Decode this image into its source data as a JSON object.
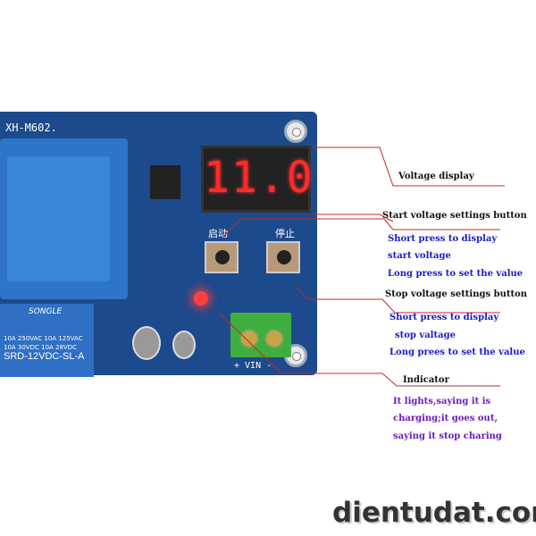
{
  "board": {
    "model": "XH-M602.",
    "display_value": "11.0",
    "start_label": "启动",
    "stop_label": "停止",
    "vin_label": "+ VIN -",
    "relay_brand": "SONGLE",
    "relay_ratings": [
      "10A 250VAC 10A 125VAC",
      "10A 30VDC 10A 28VDC"
    ],
    "relay_model": "SRD-12VDC-SL-A"
  },
  "annotations": {
    "voltage_display": "Voltage display",
    "start_button": {
      "title": "Start voltage settings button",
      "lines": [
        "Short press to display",
        "start voltage",
        "Long press to set the value"
      ]
    },
    "stop_button": {
      "title": "Stop voltage settings button",
      "lines": [
        "Short press to display",
        "stop valtage",
        "Long prees to set the value"
      ]
    },
    "indicator": {
      "title": "Indicator",
      "lines": [
        "It lights,saying it is",
        "charging;it goes out,",
        "saying it stop charing"
      ]
    }
  },
  "watermark": "dientudat.com",
  "colors": {
    "board": "#1d4a8c",
    "leader_line": "#c0282a",
    "blue_text": "#1a1acc",
    "purple_text": "#6a1ac0"
  }
}
